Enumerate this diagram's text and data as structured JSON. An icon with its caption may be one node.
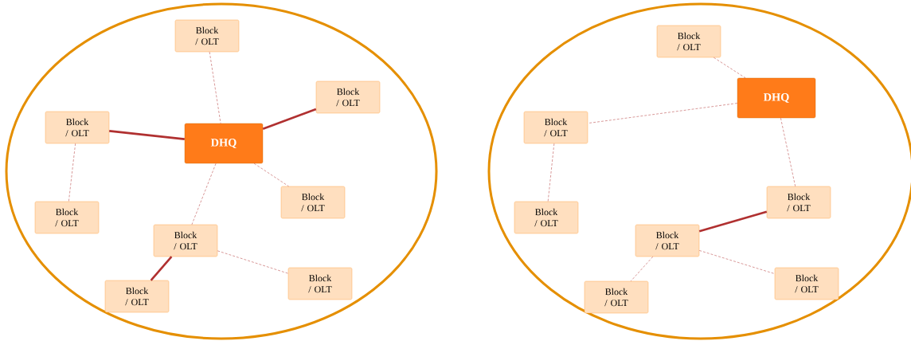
{
  "diagram": {
    "nodes": [
      {
        "text": [],
        "shape": "ellipse"
      },
      {
        "text": [
          "Block / OLT"
        ],
        "in": 0
      },
      {
        "text": [
          "Block / OLT"
        ],
        "in": 0
      },
      {
        "text": [
          "Block / OLT"
        ],
        "in": 0
      },
      {
        "text": [
          "DHQ"
        ],
        "in": 0
      },
      {
        "text": [
          "Block / OLT"
        ],
        "in": 0
      },
      {
        "text": [
          "Block / OLT"
        ],
        "in": 0
      },
      {
        "text": [
          "Block / OLT"
        ],
        "in": 0
      },
      {
        "text": [
          "Block / OLT"
        ],
        "in": 0
      },
      {
        "text": [
          "Block / OLT"
        ],
        "in": 0
      },
      {
        "text": [],
        "shape": "ellipse"
      },
      {
        "text": [
          "Block / OLT"
        ],
        "in": 10
      },
      {
        "text": [
          "DHQ"
        ],
        "in": 10
      },
      {
        "text": [
          "Block / OLT"
        ],
        "in": 10
      },
      {
        "text": [
          "Block / OLT"
        ],
        "in": 10
      },
      {
        "text": [
          "Block / OLT"
        ],
        "in": 10
      },
      {
        "text": [
          "Block / OLT"
        ],
        "in": 10
      },
      {
        "text": [
          "Block / OLT"
        ],
        "in": 10
      },
      {
        "text": [
          "Block / OLT"
        ],
        "in": 10
      }
    ],
    "edges": [
      {
        "from": 1,
        "to": 4,
        "arrow": "none",
        "style": "dashed"
      },
      {
        "from": 4,
        "to": 2,
        "arrow": "none",
        "style": "thick"
      },
      {
        "from": 3,
        "to": 4,
        "arrow": "none",
        "style": "thick"
      },
      {
        "from": 3,
        "to": 6,
        "arrow": "none",
        "style": "dashed"
      },
      {
        "from": 4,
        "to": 5,
        "arrow": "none",
        "style": "dashed"
      },
      {
        "from": 4,
        "to": 7,
        "arrow": "none",
        "style": "dashed"
      },
      {
        "from": 7,
        "to": 9,
        "arrow": "none",
        "style": "thick"
      },
      {
        "from": 7,
        "to": 8,
        "arrow": "none",
        "style": "dashed"
      },
      {
        "from": 11,
        "to": 12,
        "arrow": "none",
        "style": "dashed"
      },
      {
        "from": 12,
        "to": 13,
        "arrow": "none",
        "style": "dashed"
      },
      {
        "from": 13,
        "to": 15,
        "arrow": "none",
        "style": "dashed"
      },
      {
        "from": 12,
        "to": 14,
        "arrow": "none",
        "style": "dashed"
      },
      {
        "from": 14,
        "to": 16,
        "arrow": "none",
        "style": "thick"
      },
      {
        "from": 16,
        "to": 18,
        "arrow": "none",
        "style": "dashed"
      },
      {
        "from": 16,
        "to": 17,
        "arrow": "none",
        "style": "dashed"
      }
    ]
  }
}
